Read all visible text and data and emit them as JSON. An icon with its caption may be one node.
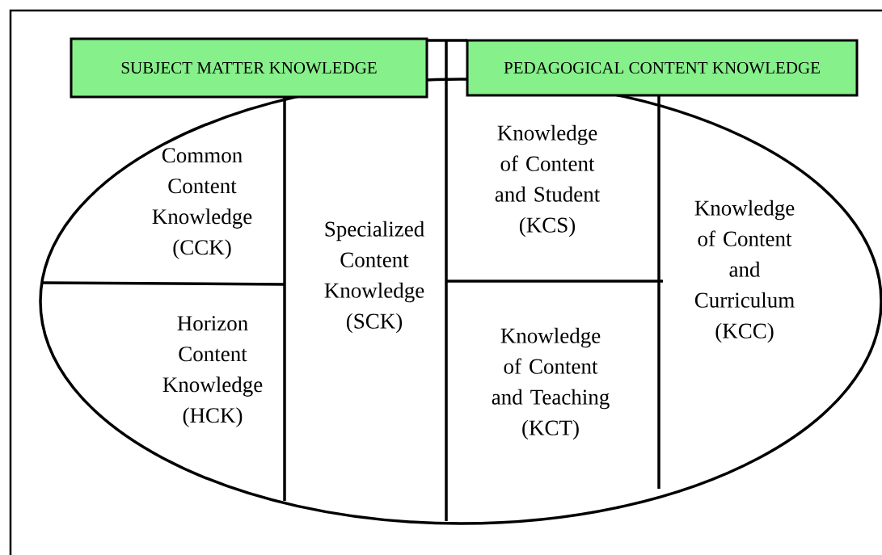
{
  "diagram": {
    "nodes": [
      {
        "text": [],
        "shape": "ellipse"
      },
      {
        "text": [
          "SUBJECT MATTER KNOWLEDGE"
        ]
      },
      {
        "text": [
          "PEDAGOGICAL CONTENT KNOWLEDGE"
        ]
      },
      {
        "text": [
          "Common Content Knowledge (CCK)"
        ],
        "in": 0
      },
      {
        "text": [
          "Horizon Content Knowledge (HCK)"
        ],
        "in": 0
      },
      {
        "text": [
          "Specialized Content Knowledge (SCK)"
        ],
        "in": 0
      },
      {
        "text": [
          "Knowledge of Content and Student (KCS)"
        ],
        "in": 0
      },
      {
        "text": [
          "Knowledge of Content and Teaching (KCT)"
        ],
        "in": 0
      },
      {
        "text": [
          "Knowledge of Content and Curriculum (KCC)"
        ],
        "in": 0
      }
    ]
  }
}
